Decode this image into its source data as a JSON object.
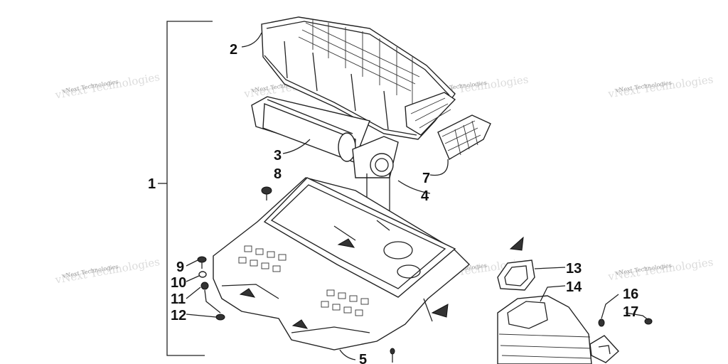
{
  "callouts": {
    "c1": "1",
    "c2": "2",
    "c3": "3",
    "c4": "4",
    "c5": "5",
    "c7": "7",
    "c8": "8",
    "c9": "9",
    "c10": "10",
    "c11": "11",
    "c12": "12",
    "c13": "13",
    "c14": "14",
    "c16": "16",
    "c17": "17"
  },
  "watermark": {
    "text": "vNext Technologies"
  }
}
